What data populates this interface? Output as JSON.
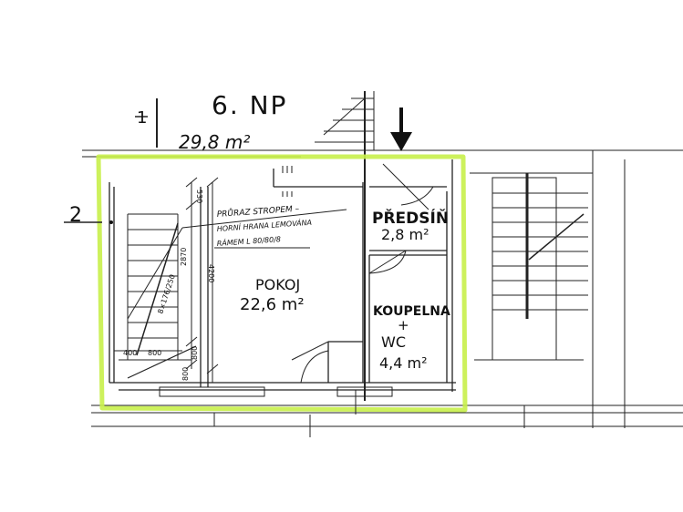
{
  "floor": {
    "name": "6. NP",
    "total_area": "29,8 m²",
    "section_1": "1",
    "section_2": "2"
  },
  "rooms": {
    "predsin": {
      "name": "PŘEDSÍŇ",
      "area": "2,8 m²"
    },
    "pokoj": {
      "name": "POKOJ",
      "area": "22,6 m²"
    },
    "koupelna": {
      "name": "KOUPELNA",
      "plus": "+",
      "wc": "WC",
      "area": "4,4 m²"
    }
  },
  "notes": {
    "ceiling_line1": "PRŮRAZ STROPEM –",
    "ceiling_line2": "HORNÍ HRANA LEMOVÁNA",
    "ceiling_line3": "RÁMEM L 80/80/8",
    "stair_label": "8×176/250"
  },
  "dimensions": {
    "d1": "530",
    "d2": "2870",
    "d3": "4200",
    "d4": "800",
    "d5": "400",
    "d6": "800",
    "d7": "800"
  },
  "colors": {
    "highlight": "#c8ef4a",
    "ink": "#111111",
    "arrow": "#111111"
  },
  "icons": {
    "entrance": "arrow-down-icon"
  }
}
